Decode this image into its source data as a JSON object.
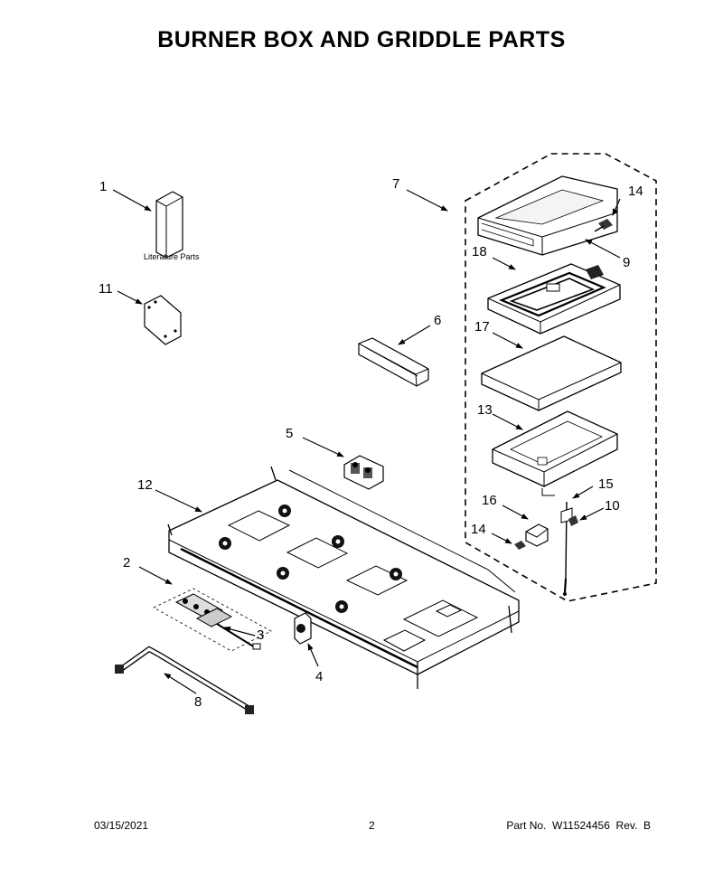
{
  "title": "BURNER BOX AND GRIDDLE PARTS",
  "literature_label": "Literature Parts",
  "callouts": {
    "c1": "1",
    "c2": "2",
    "c3": "3",
    "c4": "4",
    "c5": "5",
    "c6": "6",
    "c7": "7",
    "c8": "8",
    "c9": "9",
    "c10": "10",
    "c11": "11",
    "c12": "12",
    "c13": "13",
    "c14a": "14",
    "c14b": "14",
    "c15": "15",
    "c16": "16",
    "c17": "17",
    "c18": "18"
  },
  "footer": {
    "date": "03/15/2021",
    "page": "2",
    "part": "Part No.  W11524456  Rev.  B"
  }
}
